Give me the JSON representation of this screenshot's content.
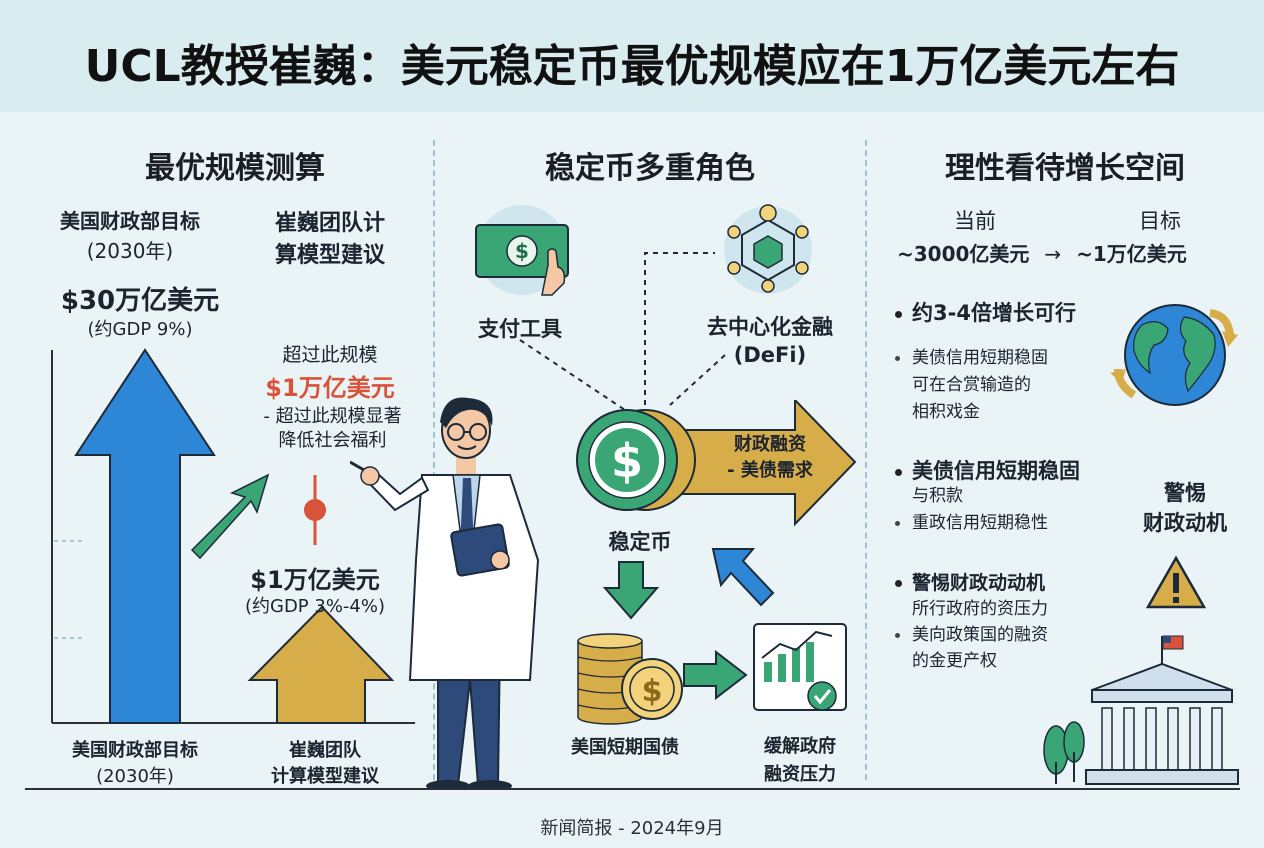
{
  "title": "UCL教授崔巍：美元稳定币最优规模应在1万亿美元左右",
  "col1": {
    "heading": "最优规模测算",
    "treasury_label": "美国财政部目标",
    "treasury_year": "(2030年)",
    "cui_label_line1": "崔巍团队计",
    "cui_label_line2": "算模型建议",
    "big_value": "$30万亿美元",
    "big_value_note": "(约GDP 9%)",
    "over_label": "超过此规模",
    "over_value": "$1万亿美元",
    "over_note_line1": "- 超过此规模显著",
    "over_note_line2": "降低社会福利",
    "small_value": "$1万亿美元",
    "small_value_note": "(约GDP 3%-4%)",
    "bottom_left_line1": "美国财政部目标",
    "bottom_left_line2": "(2030年)",
    "bottom_right_line1": "崔巍团队",
    "bottom_right_line2": "计算模型建议"
  },
  "col2": {
    "heading": "稳定币多重角色",
    "payment": "支付工具",
    "defi_line1": "去中心化金融",
    "defi_line2": "(DeFi)",
    "stablecoin": "稳定币",
    "fiscal_line1": "财政融资",
    "fiscal_line2": "- 美债需求",
    "tbill": "美国短期国债",
    "relief_line1": "缓解政府",
    "relief_line2": "融资压力"
  },
  "col3": {
    "heading": "理性看待增长空间",
    "current_label": "当前",
    "target_label": "目标",
    "current_value": "~3000亿美元",
    "arrow": "→",
    "target_value": "~1万亿美元",
    "b1_title": "约3-4倍增长可行",
    "b1_sub_line1": "美债信用短期稳固",
    "b1_sub_line2": "可在合赏输造的",
    "b1_sub_line3": "相积戏金",
    "b2_title": "美债信用短期稳固",
    "b2_sub_line1": "与积款",
    "b2_sub_line2": "重政信用短期稳性",
    "alert_line1": "警惕",
    "alert_line2": "财政动机",
    "b3_title": "警惕财政动动机",
    "b3_sub_line1": "所行政府的资压力",
    "b3_sub_line2": "美向政策国的融资",
    "b3_sub_line3": "的金更产权"
  },
  "footer": "新闻简报 - 2024年9月",
  "colors": {
    "background": "#eaf4f6",
    "title_band": "#d9ecf0",
    "blue_arrow": "#2e86d6",
    "gold": "#d7ad4a",
    "green": "#3aa675",
    "red_accent": "#d9533b",
    "navy": "#2d4a7a"
  }
}
